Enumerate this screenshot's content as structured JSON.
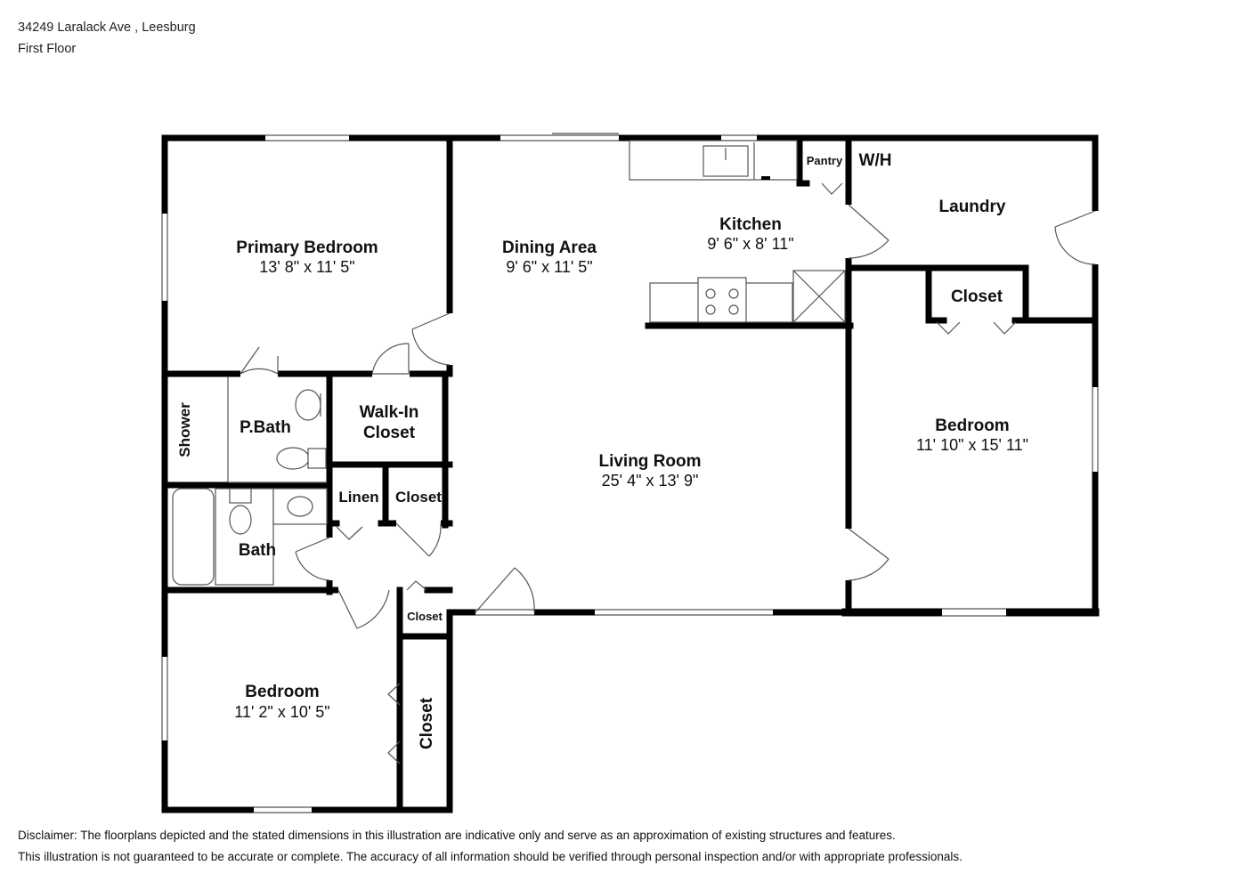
{
  "header": {
    "address": "34249 Laralack Ave , Leesburg",
    "floor": "First Floor"
  },
  "rooms": {
    "primary_bedroom": {
      "name": "Primary Bedroom",
      "dims": "13' 8\" x 11' 5\""
    },
    "dining_area": {
      "name": "Dining Area",
      "dims": "9' 6\" x 11' 5\""
    },
    "kitchen": {
      "name": "Kitchen",
      "dims": "9' 6\" x 8' 11\""
    },
    "pantry": {
      "name": "Pantry"
    },
    "wh": {
      "name": "W/H"
    },
    "laundry": {
      "name": "Laundry"
    },
    "closet_east": {
      "name": "Closet"
    },
    "bedroom_east": {
      "name": "Bedroom",
      "dims": "11' 10\" x 15' 11\""
    },
    "shower": {
      "name": "Shower"
    },
    "pbath": {
      "name": "P.Bath"
    },
    "walkin_closet": {
      "name_line1": "Walk-In",
      "name_line2": "Closet"
    },
    "living_room": {
      "name": "Living Room",
      "dims": "25' 4\" x 13' 9\""
    },
    "linen": {
      "name": "Linen"
    },
    "closet_hall": {
      "name": "Closet"
    },
    "bath": {
      "name": "Bath"
    },
    "closet_small": {
      "name": "Closet"
    },
    "bedroom_southwest": {
      "name": "Bedroom",
      "dims": "11' 2\" x 10' 5\""
    },
    "closet_vertical": {
      "name": "Closet"
    }
  },
  "disclaimer": {
    "line1": "Disclaimer: The floorplans depicted and the stated dimensions in this illustration are indicative only and serve as an approximation of existing structures and features.",
    "line2": "This illustration is not guaranteed to be accurate or complete. The accuracy of all information should be verified through personal inspection and/or with appropriate professionals."
  }
}
